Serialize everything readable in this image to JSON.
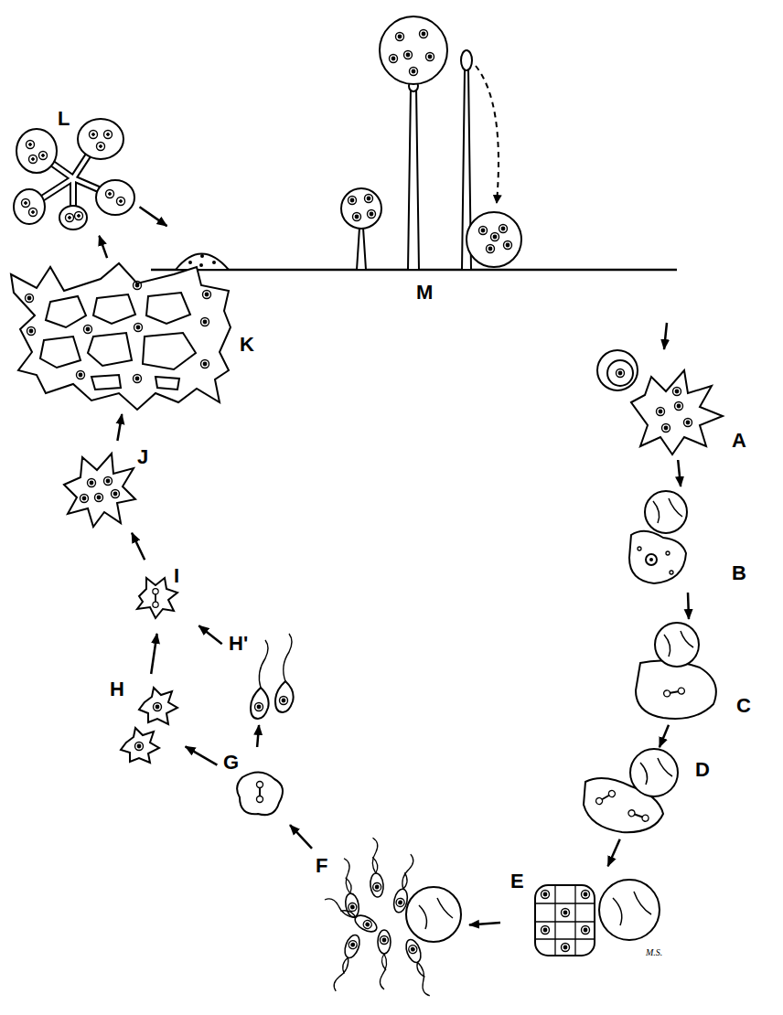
{
  "diagram": {
    "nodes": [
      {
        "text": [
          "A"
        ]
      },
      {
        "text": [
          "B"
        ]
      },
      {
        "text": [
          "C"
        ]
      },
      {
        "text": [
          "D"
        ]
      },
      {
        "text": [
          "E"
        ]
      },
      {
        "text": [
          "F"
        ]
      },
      {
        "text": [
          "G"
        ]
      },
      {
        "text": [
          "H"
        ]
      },
      {
        "text": [
          "H'"
        ]
      },
      {
        "text": [
          "I"
        ]
      },
      {
        "text": [
          "J"
        ]
      },
      {
        "text": [
          "K"
        ]
      },
      {
        "text": [
          "L"
        ]
      },
      {
        "text": [
          "M"
        ]
      }
    ],
    "edges": [
      {
        "from": 13,
        "to": 0,
        "arrow": "to"
      },
      {
        "from": 0,
        "to": 1,
        "arrow": "to"
      },
      {
        "from": 1,
        "to": 2,
        "arrow": "to"
      },
      {
        "from": 2,
        "to": 3,
        "arrow": "to"
      },
      {
        "from": 3,
        "to": 4,
        "arrow": "to"
      },
      {
        "from": 4,
        "to": 5,
        "arrow": "to"
      },
      {
        "from": 5,
        "to": 6,
        "arrow": "to"
      },
      {
        "from": 6,
        "to": 7,
        "arrow": "to"
      },
      {
        "from": 6,
        "to": 8,
        "arrow": "to"
      },
      {
        "from": 7,
        "to": 9,
        "arrow": "to"
      },
      {
        "from": 8,
        "to": 9,
        "arrow": "to"
      },
      {
        "from": 9,
        "to": 10,
        "arrow": "to"
      },
      {
        "from": 10,
        "to": 11,
        "arrow": "to"
      },
      {
        "from": 11,
        "to": 12,
        "arrow": "to"
      },
      {
        "from": 12,
        "to": 13,
        "arrow": "to"
      }
    ],
    "labels": [
      "M.S."
    ]
  }
}
